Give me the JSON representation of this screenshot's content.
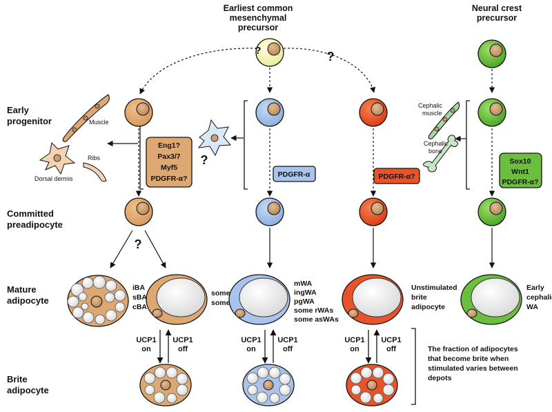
{
  "headers": {
    "mesenchymal": [
      "Earliest common",
      "mesenchymal",
      "precursor"
    ],
    "neural_crest": [
      "Neural crest",
      "precursor"
    ]
  },
  "row_labels": {
    "early": [
      "Early",
      "progenitor"
    ],
    "committed": [
      "Committed",
      "preadipocyte"
    ],
    "mature": [
      "Mature",
      "adipocyte"
    ],
    "brite": [
      "Brite",
      "adipocyte"
    ]
  },
  "question_mark": "?",
  "side_cells": {
    "muscle": "Muscle",
    "ribs": "Ribs",
    "dorsal_dermis": "Dorsal dermis",
    "cephalic_muscle": [
      "Cephalic",
      "muscle"
    ],
    "cephalic_bone": [
      "Cephalic",
      "bone"
    ]
  },
  "markers": {
    "lineage1": [
      "Eng1?",
      "Pax3/7",
      "Myf5",
      "PDGFR-α?"
    ],
    "lineage2": "PDGFR-α",
    "lineage3": "PDGFR-α?",
    "neural_crest": [
      "Sox10",
      "Wnt1",
      "PDGFR-α?"
    ]
  },
  "mature_labels": {
    "brown": [
      "iBA",
      "sBA",
      "cBA"
    ],
    "lineage1_white": [
      "some rWAs",
      "some asWAs"
    ],
    "lineage2_white": [
      "mWA",
      "ingWA",
      "pgWA",
      "some rWAs",
      "some asWAs"
    ],
    "lineage3_white": [
      "Unstimulated",
      "brite",
      "adipocyte"
    ],
    "neural_crest_white": [
      "Early",
      "cephalic",
      "WA"
    ]
  },
  "ucp1": {
    "on": [
      "UCP1",
      "on"
    ],
    "off": [
      "UCP1",
      "off"
    ]
  },
  "note": [
    "The fraction of adipocytes",
    "that become brite when",
    "stimulated varies between",
    "depots"
  ],
  "colors": {
    "tan": "#dea872",
    "tan_dark": "#c9905a",
    "blue": "#a9c3ea",
    "orange": "#e8532a",
    "green": "#6cbf3e",
    "yellow": "#f6f6b0",
    "nucleus": "#c99e72",
    "light_blue_cell": "#d8e8f6",
    "muscle_green": "#a6d6a4"
  }
}
